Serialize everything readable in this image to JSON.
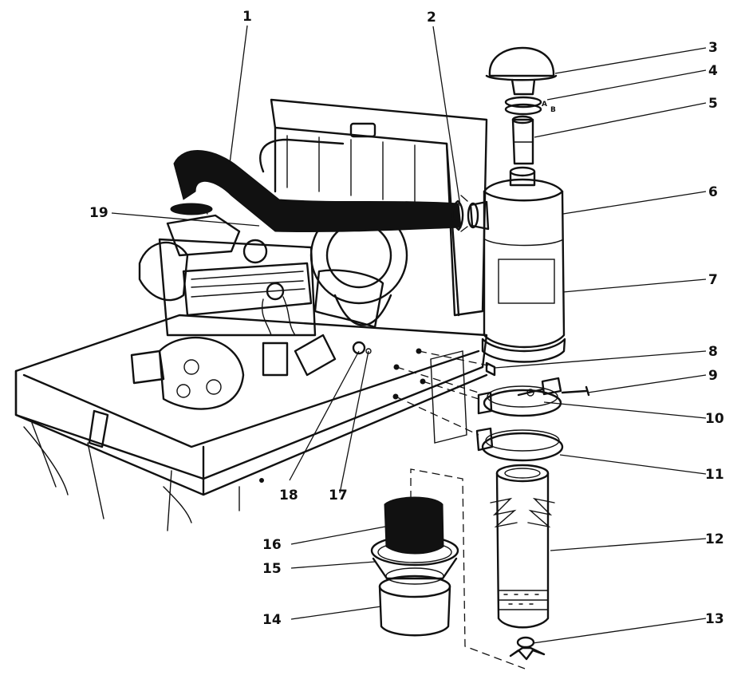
{
  "callouts": [
    "1",
    "2",
    "3",
    "4",
    "5",
    "6",
    "7",
    "8",
    "9",
    "10",
    "11",
    "12",
    "13",
    "14",
    "15",
    "16",
    "17",
    "18",
    "19"
  ],
  "part4_marks": [
    "A",
    "B"
  ]
}
